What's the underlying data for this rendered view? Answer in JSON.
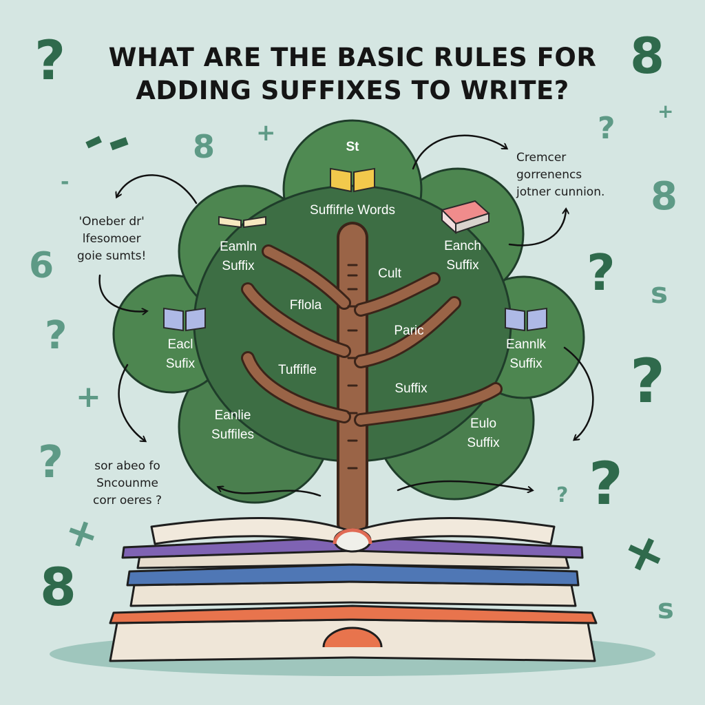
{
  "title": {
    "line1": "WHAT ARE THE BASIC RULES FOR",
    "line2": "ADDING SUFFIXES TO WRITE?"
  },
  "tree": {
    "top": {
      "heading": "St",
      "label": "Suffifrle Words"
    },
    "upper_left": {
      "line1": "Eamln",
      "line2": "Suffix"
    },
    "upper_right": {
      "line1": "Eanch",
      "line2": "Suffix"
    },
    "mid_left": {
      "line1": "Eacl",
      "line2": "Sufix"
    },
    "mid_right": {
      "line1": "Eannlk",
      "line2": "Suffix"
    },
    "lower_left": {
      "line1": "Eanlie",
      "line2": "Suffiles"
    },
    "lower_right": {
      "line1": "Eulo",
      "line2": "Suffix"
    },
    "branch_labels": [
      "Fflola",
      "Cult",
      "Paric",
      "Tuffifle",
      "Suffix"
    ]
  },
  "side_notes": {
    "left_top": [
      "'Oneber dr'",
      "lfesomoer",
      "goie sumts!"
    ],
    "right_top": [
      "Cremcer",
      "gorrenencs",
      "jotner cunnion."
    ],
    "bottom_left": [
      "sor abeo fo",
      "Sncounme",
      "corr oeres ?"
    ]
  },
  "decorations": {
    "symbols": [
      "?",
      "8",
      "+",
      "6",
      "s",
      "-"
    ],
    "colors": {
      "background": "#d5e6e2",
      "foliage": "#4d8650",
      "foliage_dark": "#2e5e3c",
      "trunk": "#9a6447",
      "accent": "#2f6a4c"
    }
  },
  "icons": [
    "open-book-yellow",
    "open-book-light",
    "closed-book-red",
    "open-book-blue",
    "open-book-blue-right",
    "book-stack"
  ]
}
